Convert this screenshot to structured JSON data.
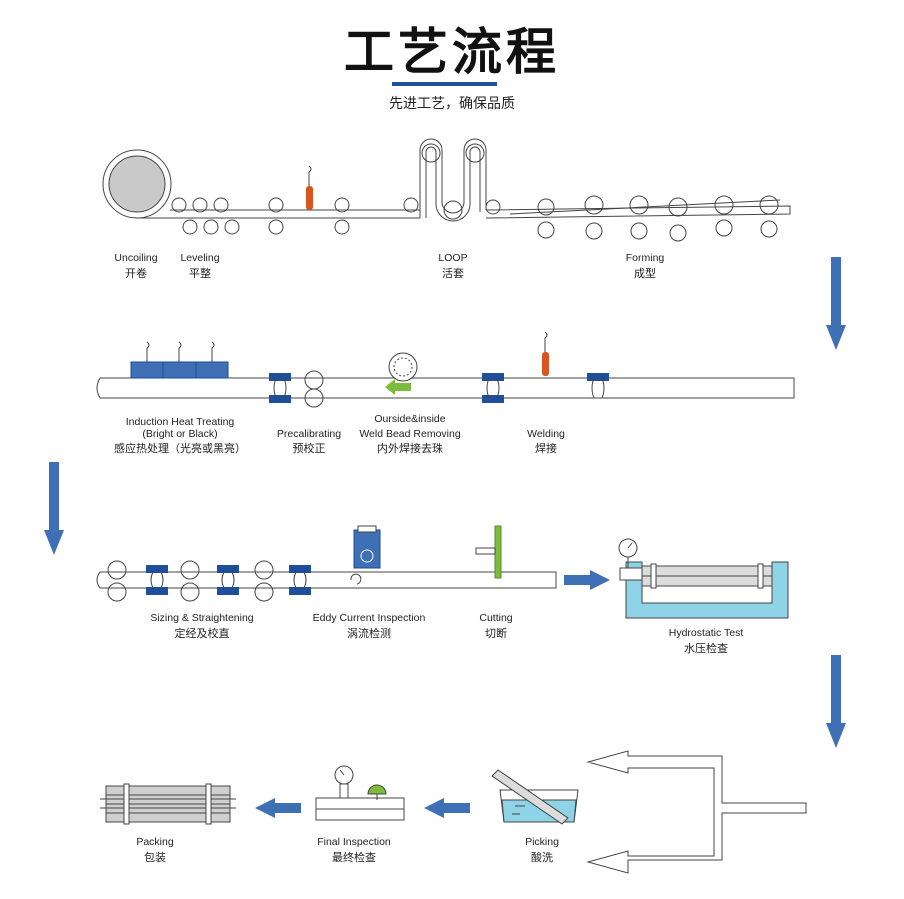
{
  "header": {
    "title": "工艺流程",
    "subtitle": "先进工艺，确保品质"
  },
  "colors": {
    "accent_blue": "#3f6fb5",
    "roller_blue": "#1f4e9a",
    "torch_orange": "#d9541e",
    "cut_green": "#7dbb3a",
    "water_cyan": "#8fd4e6",
    "line_gray": "#444444"
  },
  "steps": {
    "uncoiling": {
      "en": "Uncoiling",
      "cn": "开卷"
    },
    "leveling": {
      "en": "Leveling",
      "cn": "平整"
    },
    "loop": {
      "en": "LOOP",
      "cn": "活套"
    },
    "forming": {
      "en": "Forming",
      "cn": "成型"
    },
    "induction": {
      "en": "Induction Heat Treating",
      "en2": "(Bright or Black)",
      "cn": "感应热处理（光亮或黑亮）"
    },
    "precalibrating": {
      "en": "Precalibrating",
      "cn": "预校正"
    },
    "bead_removing": {
      "en": "Ourside&inside",
      "en2": "Weld Bead Removing",
      "cn": "内外焊接去珠"
    },
    "welding": {
      "en": "Welding",
      "cn": "焊接"
    },
    "sizing": {
      "en": "Sizing & Straightening",
      "cn": "定经及校直"
    },
    "eddy": {
      "en": "Eddy Current Inspection",
      "cn": "涡流检测"
    },
    "cutting": {
      "en": "Cutting",
      "cn": "切断"
    },
    "hydrostatic": {
      "en": "Hydrostatic Test",
      "cn": "水压检查"
    },
    "packing": {
      "en": "Packing",
      "cn": "包装"
    },
    "final_inspection": {
      "en": "Final Inspection",
      "cn": "最终检查"
    },
    "picking": {
      "en": "Picking",
      "cn": "酸洗"
    }
  }
}
